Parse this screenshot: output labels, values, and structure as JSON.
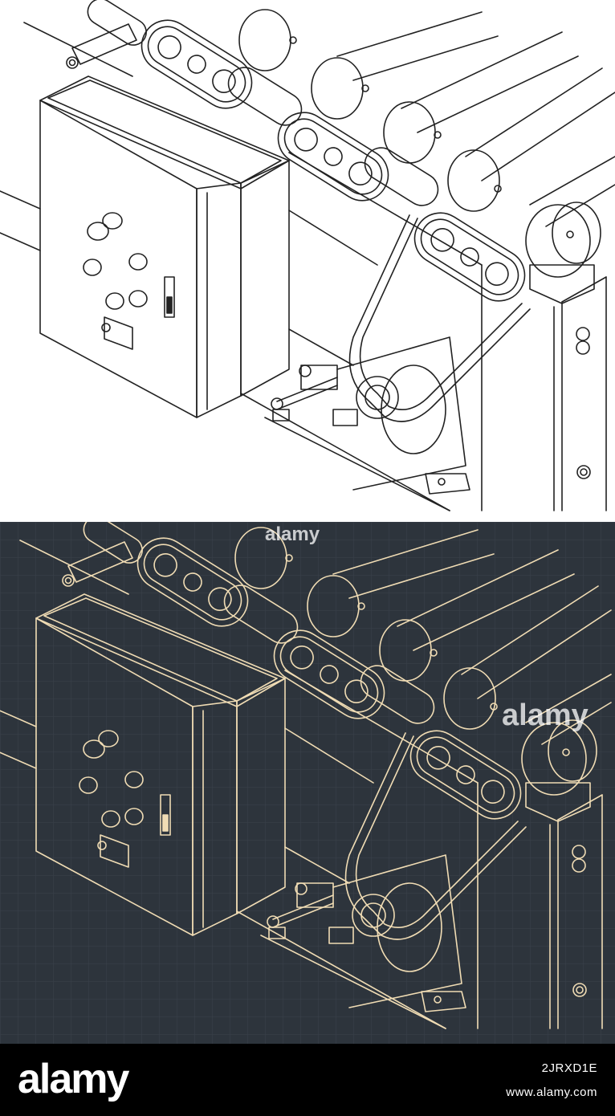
{
  "figure": {
    "variants": [
      "light",
      "dark"
    ],
    "light": {
      "background": "#ffffff",
      "stroke": "#222222"
    },
    "dark": {
      "background": "#2d343c",
      "stroke": "#f0dcb4"
    }
  },
  "watermark": {
    "text": "alamy"
  },
  "footer": {
    "logo": "alamy",
    "image_id": "2JRXD1E",
    "site": "www.alamy.com",
    "background": "#000000"
  }
}
